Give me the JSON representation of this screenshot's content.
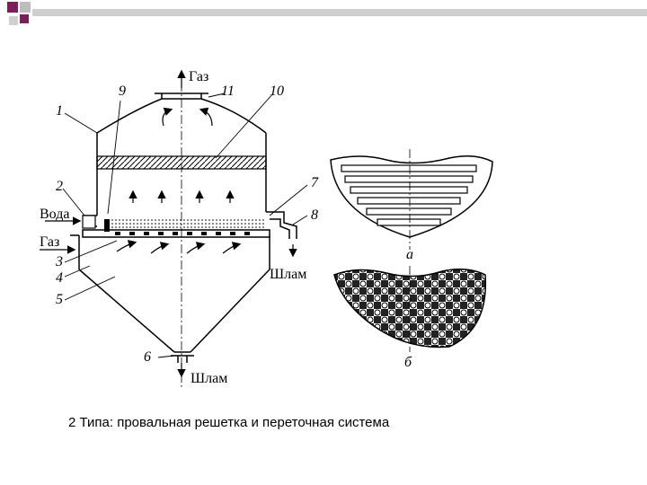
{
  "slide": {
    "caption": "2 Типа: провальная решетка и переточная система",
    "accent_colors": [
      "#7b1f5a",
      "#c9c9c9"
    ]
  },
  "diagram": {
    "labels": {
      "gas_out": "Газ",
      "gas_in": "Газ",
      "water": "Вода",
      "sludge_side": "Шлам",
      "sludge_bottom": "Шлам"
    },
    "callouts": [
      "1",
      "2",
      "3",
      "4",
      "5",
      "6",
      "7",
      "8",
      "9",
      "10",
      "11"
    ],
    "sublabels": {
      "a": "а",
      "b": "б"
    }
  }
}
